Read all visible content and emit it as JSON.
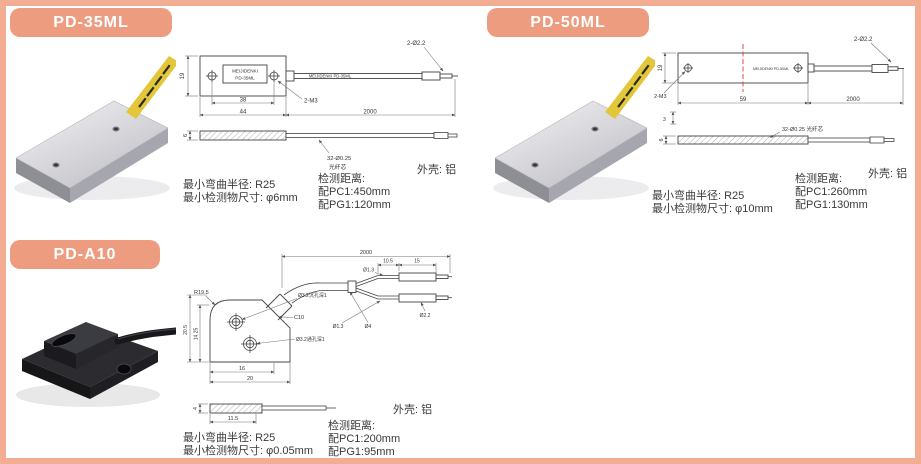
{
  "page": {
    "accent_color": "#ee9c80",
    "frame_color": "#f3ad92"
  },
  "products": {
    "pd35ml": {
      "title": "PD-35ML",
      "drawing": {
        "body_label_line1": "MEIJIDENKI",
        "body_label_line2": "PD-35ML",
        "cable_print": "MEIJIDENKI  PD-35ML",
        "dim_height": "19",
        "dim_hole_span": "38",
        "dim_body_length": "44",
        "dim_cable_length": "2000",
        "callout_tip_holes": "2-Ø2.2",
        "callout_screw_holes": "2-M3",
        "dim_thickness": "6",
        "callout_fiber_line1": "32-Ø0.25",
        "callout_fiber_line2": "光纤芯"
      },
      "specs": {
        "bend_radius": "最小弯曲半径: R25",
        "min_object": "最小检测物尺寸: φ6mm",
        "distance_title": "检测距离:",
        "distance_pc1": "配PC1:450mm",
        "distance_pg1": "配PG1:120mm",
        "housing": "外壳: 铝"
      }
    },
    "pd50ml": {
      "title": "PD-50ML",
      "drawing": {
        "body_label": "MEIJIDENKI PD-50ML",
        "dim_height": "19",
        "dim_body_length": "59",
        "dim_cable_length": "2000",
        "callout_tip_holes": "2-Ø2.2",
        "callout_screw_holes": "2-M3",
        "dim_offset": "3",
        "dim_thickness": "6",
        "callout_fiber": "32-Ø0.25 光纤芯"
      },
      "specs": {
        "bend_radius": "最小弯曲半径: R25",
        "min_object": "最小检测物尺寸: φ10mm",
        "distance_title": "检测距离:",
        "distance_pc1": "配PC1:260mm",
        "distance_pg1": "配PG1:130mm",
        "housing": "外壳: 铝"
      }
    },
    "pda10": {
      "title": "PD-A10",
      "drawing": {
        "dim_cable_length": "2000",
        "dim_tip_length": "10.5",
        "dim_ferrule_length": "15",
        "label_fiber_upper": "Ø1.3",
        "label_fiber_lower": "Ø1.3",
        "label_cable_dia": "Ø4",
        "label_branch_dia": "Ø2.2",
        "label_corner_radius": "R19.5",
        "callout_hole_top": "Ø3.2沉孔深1",
        "callout_hole_mid": "Ø3.2通孔深1",
        "label_chamfer": "C10",
        "dim_width_inner": "16",
        "dim_width_outer": "20",
        "dim_height_inner": "14.25",
        "dim_height_outer": "20.5",
        "dim_side_length": "11.5",
        "dim_side_thickness": "4"
      },
      "specs": {
        "bend_radius": "最小弯曲半径: R25",
        "min_object": "最小检测物尺寸: φ0.05mm",
        "distance_title": "检测距离:",
        "distance_pc1": "配PC1:200mm",
        "distance_pg1": "配PG1:95mm",
        "housing": "外壳: 铝"
      }
    }
  }
}
